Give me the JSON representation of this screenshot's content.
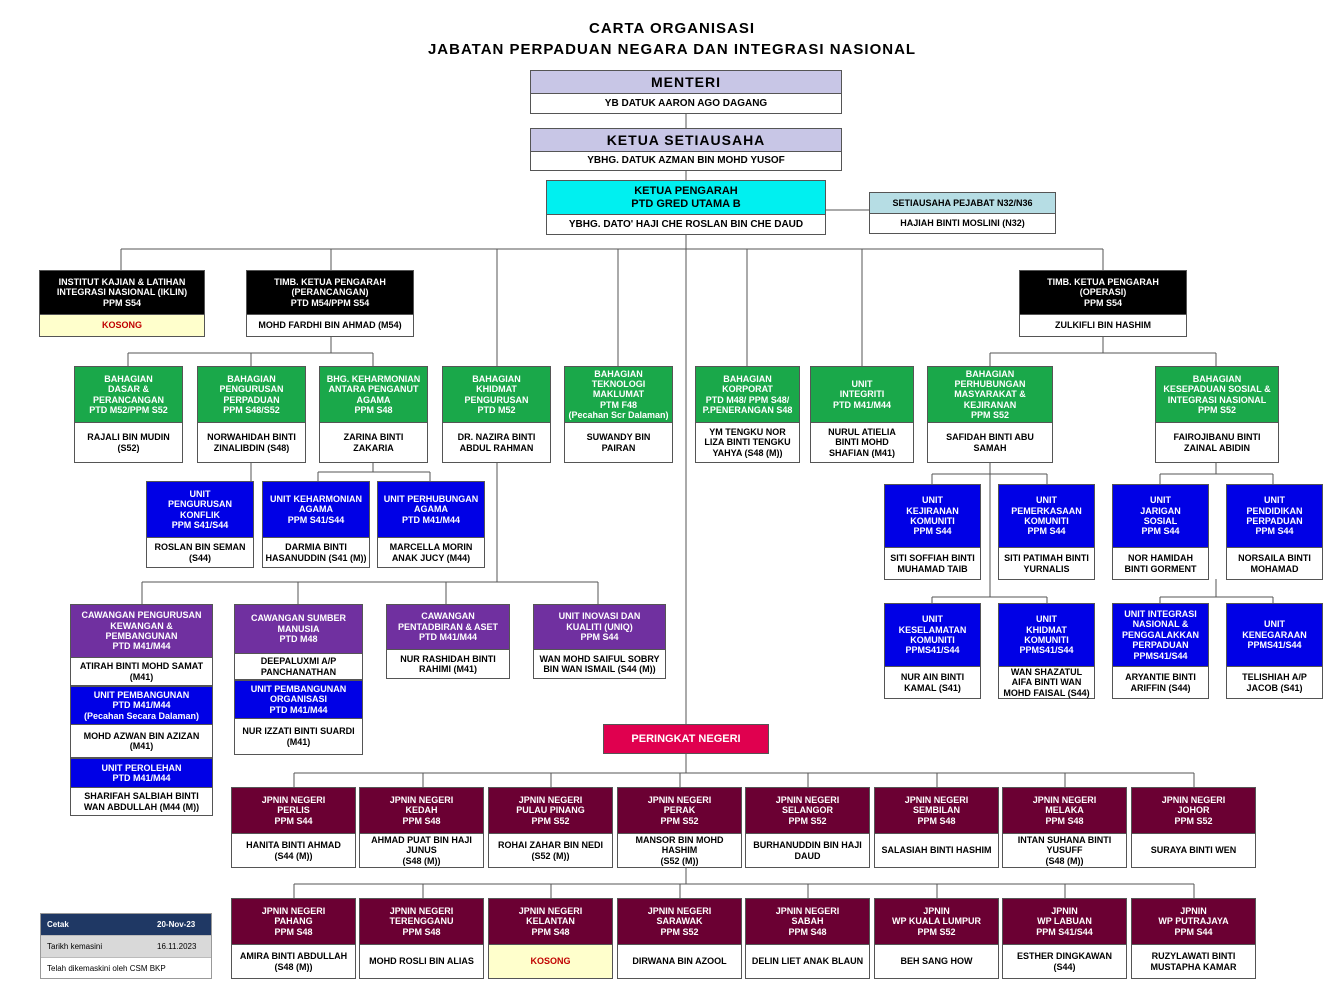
{
  "header": {
    "title": "CARTA ORGANISASI",
    "subtitle": "JABATAN PERPADUAN NEGARA DAN INTEGRASI NASIONAL"
  },
  "colors": {
    "lavender": "#c8c6e6",
    "cyan": "#00f0f0",
    "light_cyan": "#b6dde4",
    "black": "#000000",
    "green": "#1aa84a",
    "blue": "#0000e6",
    "purple": "#7030a0",
    "maroon": "#6b0033",
    "magenta": "#e0004f",
    "vacant": "#ffffcc"
  },
  "boxes": [
    {
      "id": "menteri",
      "title": "MENTERI",
      "name": "YB DATUK AARON AGO DAGANG",
      "color": "lavender"
    },
    {
      "id": "ksu",
      "title": "KETUA SETIAUSAHA",
      "name": "YBHG.  DATUK AZMAN BIN MOHD YUSOF",
      "color": "lavender"
    },
    {
      "id": "kp",
      "title": "KETUA  PENGARAH\nPTD GRED  UTAMA B",
      "name": "YBHG.  DATO' HAJI CHE ROSLAN BIN CHE DAUD",
      "color": "cyan"
    },
    {
      "id": "sup",
      "title": "SETIAUSAHA  PEJABAT  N32/N36",
      "name": "HAJIAH  BINTI MOSLINI (N32)",
      "color": "light_cyan"
    },
    {
      "id": "iklin",
      "title": "INSTITUT  KAJIAN & LATIHAN\nINTEGRASI NASIONAL (IKLIN)\nPPM S54",
      "name": "KOSONG",
      "color": "black",
      "vacant": true
    },
    {
      "id": "tkp_p",
      "title": "TIMB. KETUA PENGARAH\n(PERANCANGAN)\nPTD M54/PPM S54",
      "name": "MOHD FARDHI BIN AHMAD  (M54)",
      "color": "black"
    },
    {
      "id": "tkp_o",
      "title": "TIMB. KETUA PENGARAH\n(OPERASI)\nPPM S54",
      "name": "ZULKIFLI BIN HASHIM",
      "color": "black"
    },
    {
      "id": "b_dasar",
      "title": "BAHAGIAN\nDASAR  &\nPERANCANGAN\nPTD M52/PPM  S52",
      "name": "RAJALI  BIN MUDIN\n(S52)",
      "color": "green"
    },
    {
      "id": "b_perp",
      "title": "BAHAGIAN\nPENGURUSAN\nPERPADUAN\nPPM  S48/S52",
      "name": "NORWAHIDAH BINTI\nZINALIBDIN (S48)",
      "color": "green"
    },
    {
      "id": "b_kehar",
      "title": "BHG. KEHARMONIAN\nANTARA  PENGANUT\nAGAMA\nPPM  S48",
      "name": "ZARINA  BINTI\nZAKARIA",
      "color": "green"
    },
    {
      "id": "b_khidmat",
      "title": "BAHAGIAN\nKHIDMAT\nPENGURUSAN\nPTD M52",
      "name": "DR. NAZIRA BINTI\nABDUL RAHMAN",
      "color": "green"
    },
    {
      "id": "b_tm",
      "title": "BAHAGIAN  TEKNOLOGI\nMAKLUMAT\nPTM F48\n(Pecahan Scr Dalaman)",
      "name": "SUWANDY BIN\nPAIRAN",
      "color": "green"
    },
    {
      "id": "b_korp",
      "title": "BAHAGIAN\nKORPORAT\nPTD M48/  PPM  S48/\nP.PENERANGAN  S48",
      "name": "YM  TENGKU NOR\nLIZA BINTI TENGKU\nYAHYA  (S48 (M))",
      "color": "green"
    },
    {
      "id": "u_integ",
      "title": "UNIT\nINTEGRITI\nPTD M41/M44",
      "name": "NURUL ATIELIA\nBINTI MOHD\nSHAFIAN  (M41)",
      "color": "green"
    },
    {
      "id": "b_mas",
      "title": "BAHAGIAN\nPERHUBUNGAN\nMASYARAKAT  &\nKEJIRANAN\nPPM  S52",
      "name": "SAFIDAH  BINTI ABU\nSAMAH",
      "color": "green"
    },
    {
      "id": "b_kesep",
      "title": "BAHAGIAN\nKESEPADUAN  SOSIAL  &\nINTEGRASI NASIONAL\nPPM  S52",
      "name": "FAIROJIBANU BINTI\nZAINAL  ABIDIN",
      "color": "green"
    },
    {
      "id": "u_konflik",
      "title": "UNIT\nPENGURUSAN\nKONFLIK\nPPM  S41/S44",
      "name": "ROSLAN  BIN SEMAN\n(S44)",
      "color": "blue"
    },
    {
      "id": "u_kehar",
      "title": "UNIT KEHARMONIAN\nAGAMA\nPPM  S41/S44",
      "name": "DARMIA  BINTI\nHASANUDDIN  (S41 (M))",
      "color": "blue"
    },
    {
      "id": "u_phb_agama",
      "title": "UNIT PERHUBUNGAN\nAGAMA\nPTD M41/M44",
      "name": "MARCELLA  MORIN\nANAK  JUCY (M44)",
      "color": "blue"
    },
    {
      "id": "u_kejir",
      "title": "UNIT\nKEJIRANAN\nKOMUNITI\nPPM  S44",
      "name": "SITI  SOFFIAH BINTI\nMUHAMAD  TAIB",
      "color": "blue"
    },
    {
      "id": "u_pemerk",
      "title": "UNIT\nPEMERKASAAN\nKOMUNITI\nPPM  S44",
      "name": "SITI  PATIMAH   BINTI\nYURNALIS",
      "color": "blue"
    },
    {
      "id": "u_jarigan",
      "title": "UNIT\nJARIGAN\nSOSIAL\nPPM  S44",
      "name": "NOR HAMIDAH\nBINTI GORMENT",
      "color": "blue"
    },
    {
      "id": "u_pendidik",
      "title": "UNIT\nPENDIDIKAN\nPERPADUAN\nPPM  S44",
      "name": "NORSAILA  BINTI\nMOHAMAD",
      "color": "blue"
    },
    {
      "id": "u_kesel",
      "title": "UNIT\nKESELAMATAN\nKOMUNITI\nPPMS41/S44",
      "name": "NUR AIN BINTI\nKAMAL  (S41)",
      "color": "blue"
    },
    {
      "id": "u_khk",
      "title": "UNIT\nKHIDMAT\nKOMUNITI\nPPMS41/S44",
      "name": "WAN  SHAZATUL\nAIFA  BINTI WAN\nMOHD FAISAL  (S44)",
      "color": "blue"
    },
    {
      "id": "u_ing",
      "title": "UNIT INTEGRASI\nNASIONAL  &\nPENGGALAKKAN\nPERPADUAN\nPPMS41/S44",
      "name": "ARYANTIE  BINTI\nARIFFIN (S44)",
      "color": "blue"
    },
    {
      "id": "u_keneg",
      "title": "UNIT\nKENEGARAAN\nPPMS41/S44",
      "name": "TELISHIAH  A/P\nJACOB  (S41)",
      "color": "blue"
    },
    {
      "id": "c_kew",
      "title": "CAWANGAN  PENGURUSAN\nKEWANGAN  &\nPEMBANGUNAN\nPTD M41/M44",
      "name": "ATIRAH  BINTI MOHD SAMAT\n(M41)",
      "color": "purple"
    },
    {
      "id": "u_pemb1",
      "title": "UNIT PEMBANGUNAN\nPTD M41/M44\n(Pecahan Secara Dalaman)",
      "name": "MOHD AZWAN  BIN AZIZAN\n(M41)",
      "color": "blue"
    },
    {
      "id": "u_perol",
      "title": "UNIT PEROLEHAN\nPTD M41/M44",
      "name": "SHARIFAH  SALBIAH BINTI\nWAN ABDULLAH (M44 (M))",
      "color": "blue"
    },
    {
      "id": "c_sm",
      "title": "CAWANGAN  SUMBER\nMANUSIA\nPTD M48",
      "name": "DEEPALUXMI A/P\nPANCHANATHAN",
      "color": "purple"
    },
    {
      "id": "u_pemb_org",
      "title": "UNIT PEMBANGUNAN\nORGANISASI\nPTD M41/M44",
      "name": "NUR IZZATI BINTI SUARDI\n(M41)",
      "color": "blue"
    },
    {
      "id": "c_pent",
      "title": "CAWANGAN\nPENTADBIRAN  & ASET\nPTD M41/M44",
      "name": "NUR RASHIDAH BINTI\nRAHIMI (M41)",
      "color": "purple"
    },
    {
      "id": "u_inov",
      "title": "UNIT INOVASI DAN\nKUALITI (UNIQ)\nPPM  S44",
      "name": "WAN  MOHD SAIFUL SOBRY\nBIN WAN ISMAIL  (S44 (M))",
      "color": "purple"
    },
    {
      "id": "peringkat",
      "title": "PERINGKAT  NEGERI",
      "color": "magenta"
    },
    {
      "id": "s_perlis",
      "title": "JPNIN NEGERI\nPERLIS\nPPM  S44",
      "name": "HANITA  BINTI AHMAD\n(S44 (M))",
      "color": "maroon"
    },
    {
      "id": "s_kedah",
      "title": "JPNIN NEGERI\nKEDAH\nPPM  S48",
      "name": "AHMAD  PUAT  BIN HAJI\nJUNUS\n(S48 (M))",
      "color": "maroon"
    },
    {
      "id": "s_pp",
      "title": "JPNIN NEGERI\nPULAU PINANG\nPPM  S52",
      "name": "ROHAI  ZAHAR  BIN NEDI\n(S52 (M))",
      "color": "maroon"
    },
    {
      "id": "s_perak",
      "title": "JPNIN NEGERI\nPERAK\nPPM  S52",
      "name": "MANSOR  BIN MOHD\nHASHIM\n(S52 (M))",
      "color": "maroon"
    },
    {
      "id": "s_sel",
      "title": "JPNIN NEGERI\nSELANGOR\nPPM  S52",
      "name": "BURHANUDDIN BIN HAJI\nDAUD",
      "color": "maroon"
    },
    {
      "id": "s_ns",
      "title": "JPNIN NEGERI\nSEMBILAN\nPPM  S48",
      "name": "SALASIAH   BINTI HASHIM",
      "color": "maroon"
    },
    {
      "id": "s_mel",
      "title": "JPNIN NEGERI\nMELAKA\nPPM  S48",
      "name": "INTAN  SUHANA  BINTI\nYUSUFF\n(S48 (M))",
      "color": "maroon"
    },
    {
      "id": "s_joh",
      "title": "JPNIN NEGERI\nJOHOR\nPPM  S52",
      "name": "SURAYA   BINTI WEN",
      "color": "maroon"
    },
    {
      "id": "s_pah",
      "title": "JPNIN NEGERI\nPAHANG\nPPM  S48",
      "name": "AMIRA  BINTI ABDULLAH\n(S48 (M))",
      "color": "maroon"
    },
    {
      "id": "s_ter",
      "title": "JPNIN NEGERI\nTERENGGANU\nPPM  S48",
      "name": "MOHD ROSLI BIN ALIAS",
      "color": "maroon"
    },
    {
      "id": "s_kel",
      "title": "JPNIN NEGERI\nKELANTAN\nPPM  S48",
      "name": "KOSONG",
      "color": "maroon",
      "vacant": true
    },
    {
      "id": "s_sar",
      "title": "JPNIN NEGERI\nSARAWAK\nPPM  S52",
      "name": "DIRWANA BIN AZOOL",
      "color": "maroon"
    },
    {
      "id": "s_sab",
      "title": "JPNIN NEGERI\nSABAH\nPPM  S48",
      "name": "DELIN LIET ANAK  BLAUN",
      "color": "maroon"
    },
    {
      "id": "s_wpkl",
      "title": "JPNIN\nWP KUALA  LUMPUR\nPPM  S52",
      "name": "BEH SANG  HOW",
      "color": "maroon"
    },
    {
      "id": "s_wpl",
      "title": "JPNIN\nWP LABUAN\nPPM  S41/S44",
      "name": "ESTHER DINGKAWAN\n(S44)",
      "color": "maroon"
    },
    {
      "id": "s_wpp",
      "title": "JPNIN\nWP PUTRAJAYA\nPPM  S44",
      "name": "RUZYLAWATI  BINTI\nMUSTAPHA  KAMAR",
      "color": "maroon"
    }
  ],
  "footer": {
    "print_label": "Cetak",
    "print_date": "20-Nov-23",
    "updated_label": "Tarikh kemasini",
    "updated_date": "16.11.2023",
    "note": "Telah dikemaskini  oleh CSM BKP"
  }
}
